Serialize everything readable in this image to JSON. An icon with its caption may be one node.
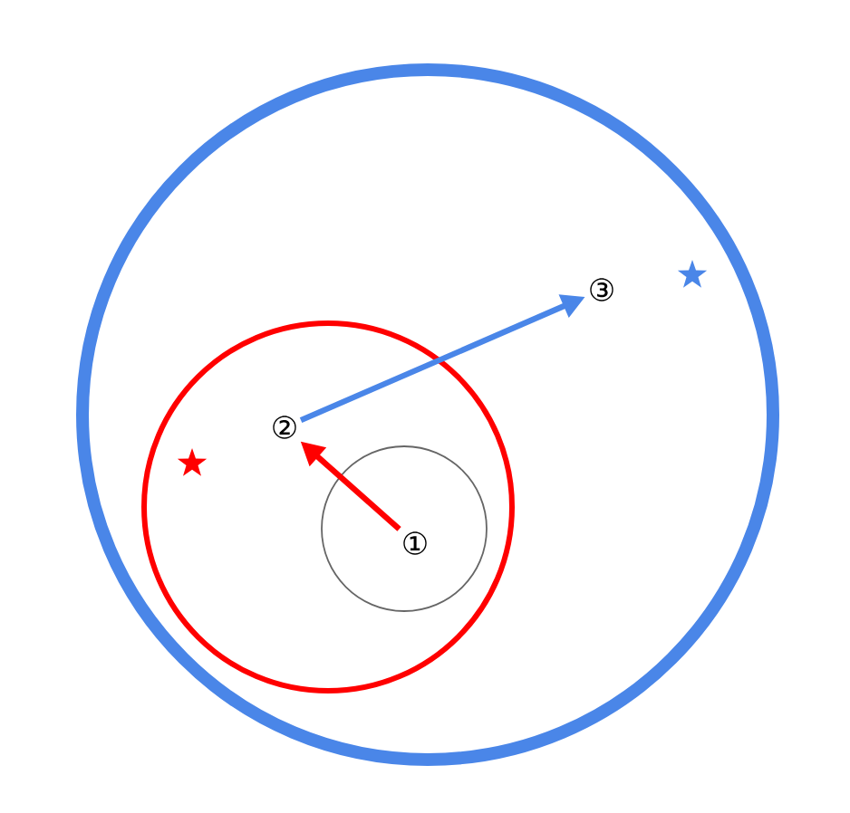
{
  "diagram": {
    "nodes": [
      {
        "text": [],
        "shape": "circle"
      },
      {
        "text": [],
        "shape": "circle",
        "in": 0
      },
      {
        "text": [],
        "shape": "circle",
        "in": 1
      },
      {
        "text": [
          "①"
        ],
        "in": 2
      },
      {
        "text": [
          "②"
        ],
        "in": 1
      },
      {
        "text": [
          "③"
        ],
        "in": 0
      }
    ],
    "edges": [
      {
        "from": 3,
        "to": 4,
        "arrow": "to",
        "color": "#ff0000"
      },
      {
        "from": 4,
        "to": 5,
        "arrow": "to",
        "color": "#4a86e8"
      }
    ]
  }
}
